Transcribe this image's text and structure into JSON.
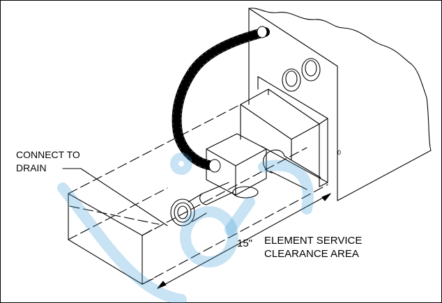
{
  "labels": {
    "connect_line1": "CONNECT TO",
    "connect_line2": "DRAIN",
    "dimension": "15\"",
    "service_line1": "ELEMENT SERVICE",
    "service_line2": "CLEARANCE AREA",
    "panel_mark": "0"
  },
  "colors": {
    "line": "#000000",
    "background": "#ffffff",
    "watermark": "#3b9ad9"
  }
}
